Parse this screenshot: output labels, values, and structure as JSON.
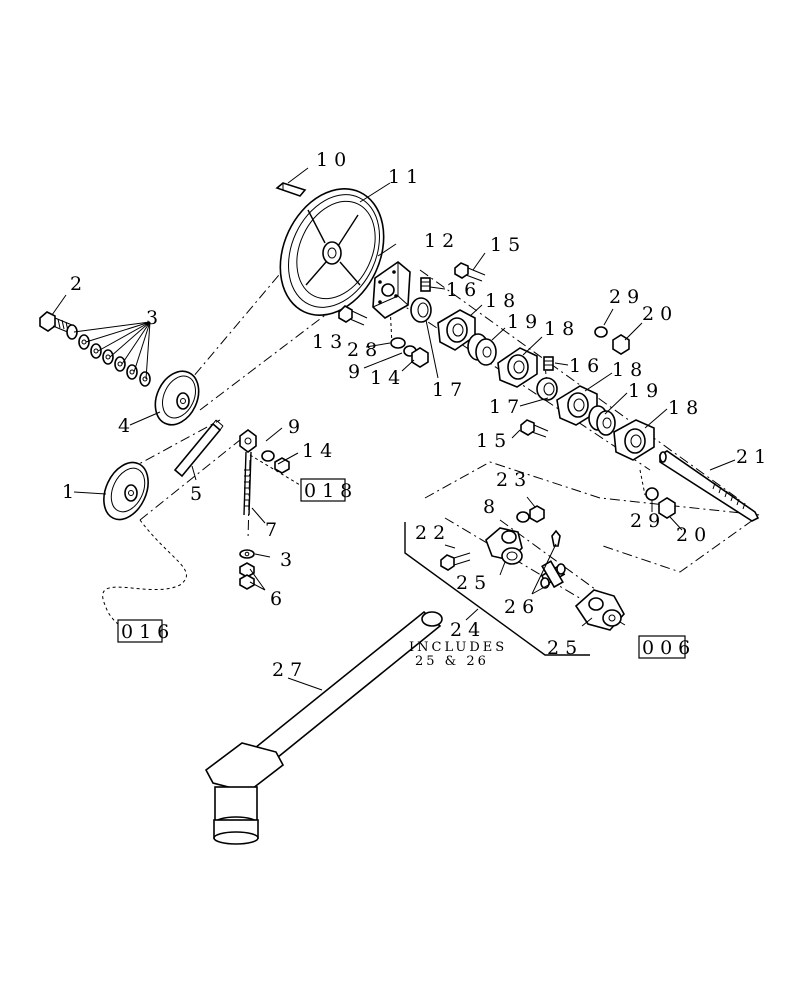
{
  "callouts": [
    "1",
    "2",
    "3",
    "4",
    "5",
    "6",
    "7",
    "8",
    "9",
    "10",
    "11",
    "12",
    "13",
    "14",
    "15",
    "16",
    "17",
    "18",
    "19",
    "20",
    "21",
    "22",
    "23",
    "24",
    "25",
    "26",
    "27",
    "28",
    "29"
  ],
  "refs": {
    "r016": "016",
    "r018": "018",
    "r006": "006"
  },
  "note": {
    "line1": "INCLUDES",
    "line2": "25 & 26"
  }
}
